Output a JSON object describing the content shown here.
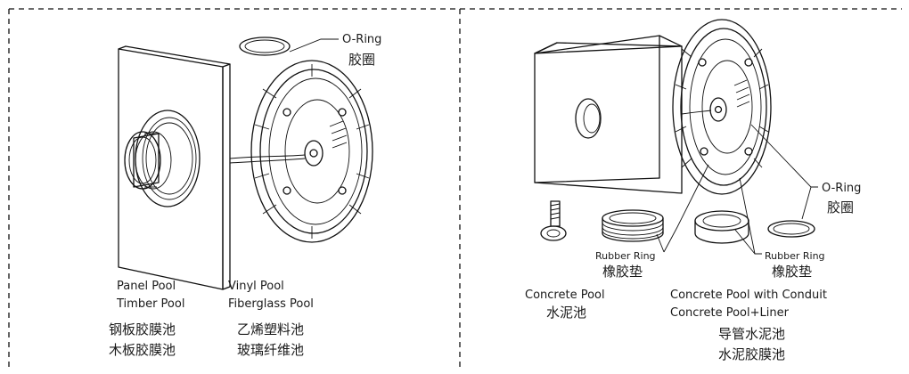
{
  "left_panel": {
    "o_ring_en": "O-Ring",
    "o_ring_cn": "胶圈",
    "panel_pool": "Panel Pool",
    "timber_pool": "Timber Pool",
    "vinyl_pool": "Vinyl Pool",
    "fiberglass_pool": "Fiberglass Pool",
    "steel_pool_cn": "钢板胶膜池",
    "wood_pool_cn": "木板胶膜池",
    "vinyl_pool_cn": "乙烯塑料池",
    "fiberglass_pool_cn": "玻璃纤维池"
  },
  "right_panel": {
    "o_ring_en": "O-Ring",
    "o_ring_cn": "胶圈",
    "rubber_ring_1_en": "Rubber Ring",
    "rubber_ring_1_cn": "橡胶垫",
    "rubber_ring_2_en": "Rubber Ring",
    "rubber_ring_2_cn": "橡胶垫",
    "concrete_pool": "Concrete Pool",
    "concrete_pool_cn": "水泥池",
    "concrete_conduit": "Concrete Pool with Conduit",
    "concrete_liner": "Concrete Pool+Liner",
    "conduit_pool_cn": "导管水泥池",
    "cement_liner_cn": "水泥胶膜池"
  }
}
